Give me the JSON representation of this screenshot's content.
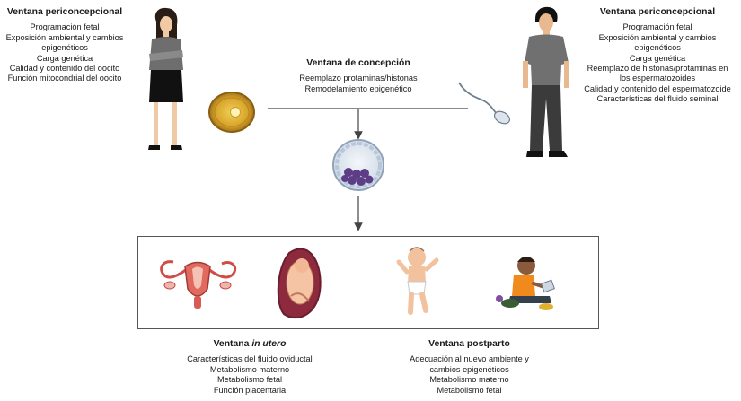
{
  "left_window": {
    "title": "Ventana periconcepcional",
    "items": [
      "Programación fetal",
      "Exposición ambiental y cambios",
      "epigenéticos",
      "Carga genética",
      "Calidad y contenido del oocito",
      "Función mitocondrial del oocito"
    ]
  },
  "right_window": {
    "title": "Ventana periconcepcional",
    "items": [
      "Programación fetal",
      "Exposición ambiental y cambios",
      "epigenéticos",
      "Carga genética",
      "Reemplazo de histonas/protaminas en",
      "los espermatozoides",
      "Calidad y contenido del espermatozoide",
      "Características del fluido seminal"
    ]
  },
  "conception_window": {
    "title": "Ventana de concepción",
    "items": [
      "Reemplazo protaminas/histonas",
      "Remodelamiento epigenético"
    ]
  },
  "utero_window": {
    "title_prefix": "Ventana",
    "title_italic": "in utero",
    "items": [
      "Características del fluido oviductal",
      "Metabolismo materno",
      "Metabolismo fetal",
      "Función placentaria"
    ]
  },
  "postpartum_window": {
    "title": "Ventana postparto",
    "items": [
      "Adecuación al nuevo ambiente y",
      "cambios epigenéticos",
      "Metabolismo materno",
      "Metabolismo fetal"
    ]
  },
  "colors": {
    "line": "#444444",
    "frame": "#555555",
    "oocyte": "#e0b12f",
    "blastocyst_cells": "#5c3d86",
    "uterus": "#d9534f"
  },
  "icons": [
    "woman-icon",
    "man-icon",
    "oocyte-icon",
    "sperm-icon",
    "blastocyst-icon",
    "uterus-icon",
    "fetus-icon",
    "baby-icon",
    "child-icon"
  ]
}
